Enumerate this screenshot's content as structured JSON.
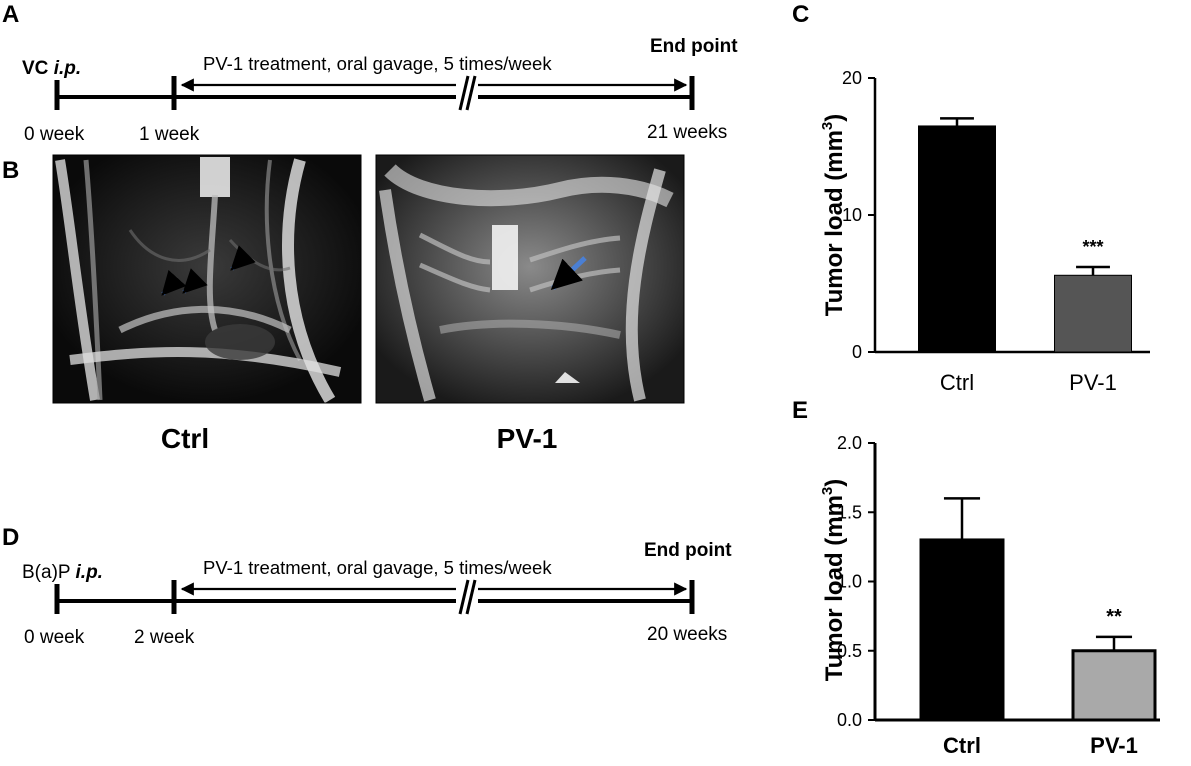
{
  "panels": {
    "A": "A",
    "B": "B",
    "C": "C",
    "D": "D",
    "E": "E"
  },
  "timeline_a": {
    "agent_prefix": "VC",
    "route": "i.p.",
    "treatment": "PV-1 treatment, oral gavage,  5 times/week",
    "end_label": "End point",
    "start_tick": "0 week",
    "treatment_start": "1 week",
    "end_tick": "21 weeks"
  },
  "timeline_d": {
    "agent_prefix": "B(a)P",
    "route": "i.p.",
    "treatment": "PV-1 treatment, oral gavage,  5 times/week",
    "end_label": "End point",
    "start_tick": "0 week",
    "treatment_start": "2 week",
    "end_tick": "20 weeks"
  },
  "mri": {
    "ctrl_caption": "Ctrl",
    "pv1_caption": "PV-1"
  },
  "colors": {
    "arrow_blue": "#4a7fd4",
    "ctrl_bar": "#000000",
    "pv1_bar_c": "#555555",
    "pv1_bar_e": "#a9a9a9"
  },
  "chart_data": [
    {
      "panel": "C",
      "type": "bar",
      "categories": [
        "Ctrl",
        "PV-1"
      ],
      "values": [
        16.5,
        5.6
      ],
      "errors": [
        0.55,
        0.6
      ],
      "significance": [
        "",
        "***"
      ],
      "ylabel": "Tumor load (mm",
      "ylabel_sup": "3",
      "ylabel_close": ")",
      "ylim": [
        0,
        20
      ],
      "yticks": [
        "0",
        "10",
        "20"
      ],
      "grid": false
    },
    {
      "panel": "E",
      "type": "bar",
      "categories": [
        "Ctrl",
        "PV-1"
      ],
      "values": [
        1.3,
        0.5
      ],
      "errors": [
        0.3,
        0.1
      ],
      "significance": [
        "",
        "**"
      ],
      "ylabel": "Tumor load (mm",
      "ylabel_sup": "3",
      "ylabel_close": ")",
      "ylim": [
        0,
        2.0
      ],
      "yticks": [
        "0.0",
        "0.5",
        "1.0",
        "1.5",
        "2.0"
      ],
      "grid": false
    }
  ]
}
